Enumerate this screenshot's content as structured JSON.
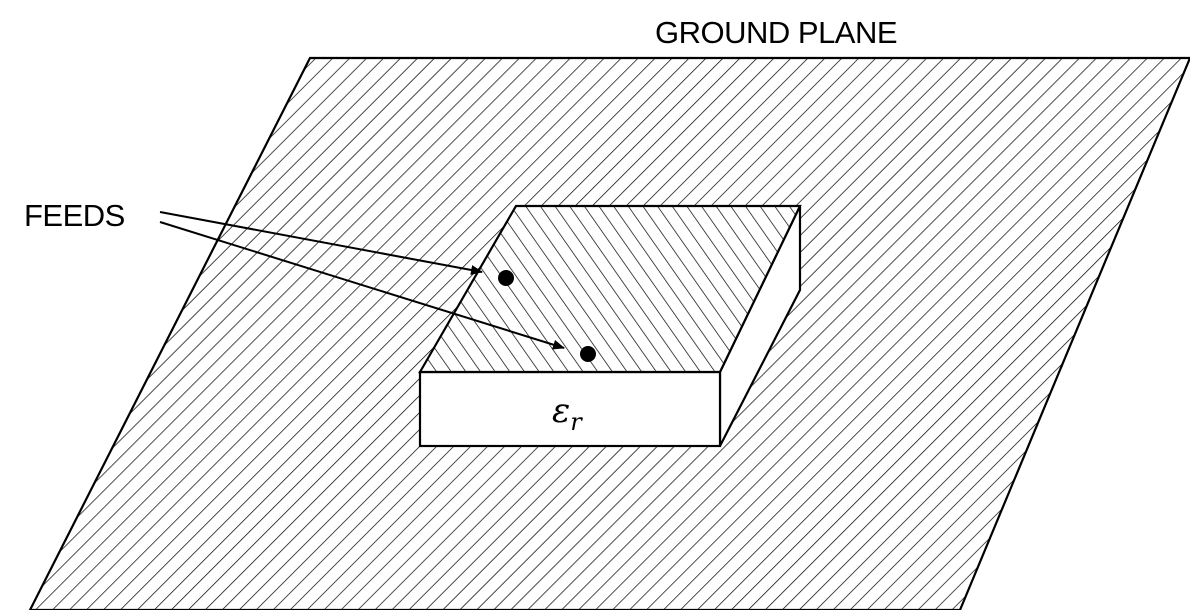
{
  "labels": {
    "ground_plane": "GROUND PLANE",
    "feeds": "FEEDS",
    "permittivity_symbol": "ε",
    "permittivity_subscript": "r"
  },
  "colors": {
    "stroke": "#000000",
    "background": "#ffffff"
  }
}
